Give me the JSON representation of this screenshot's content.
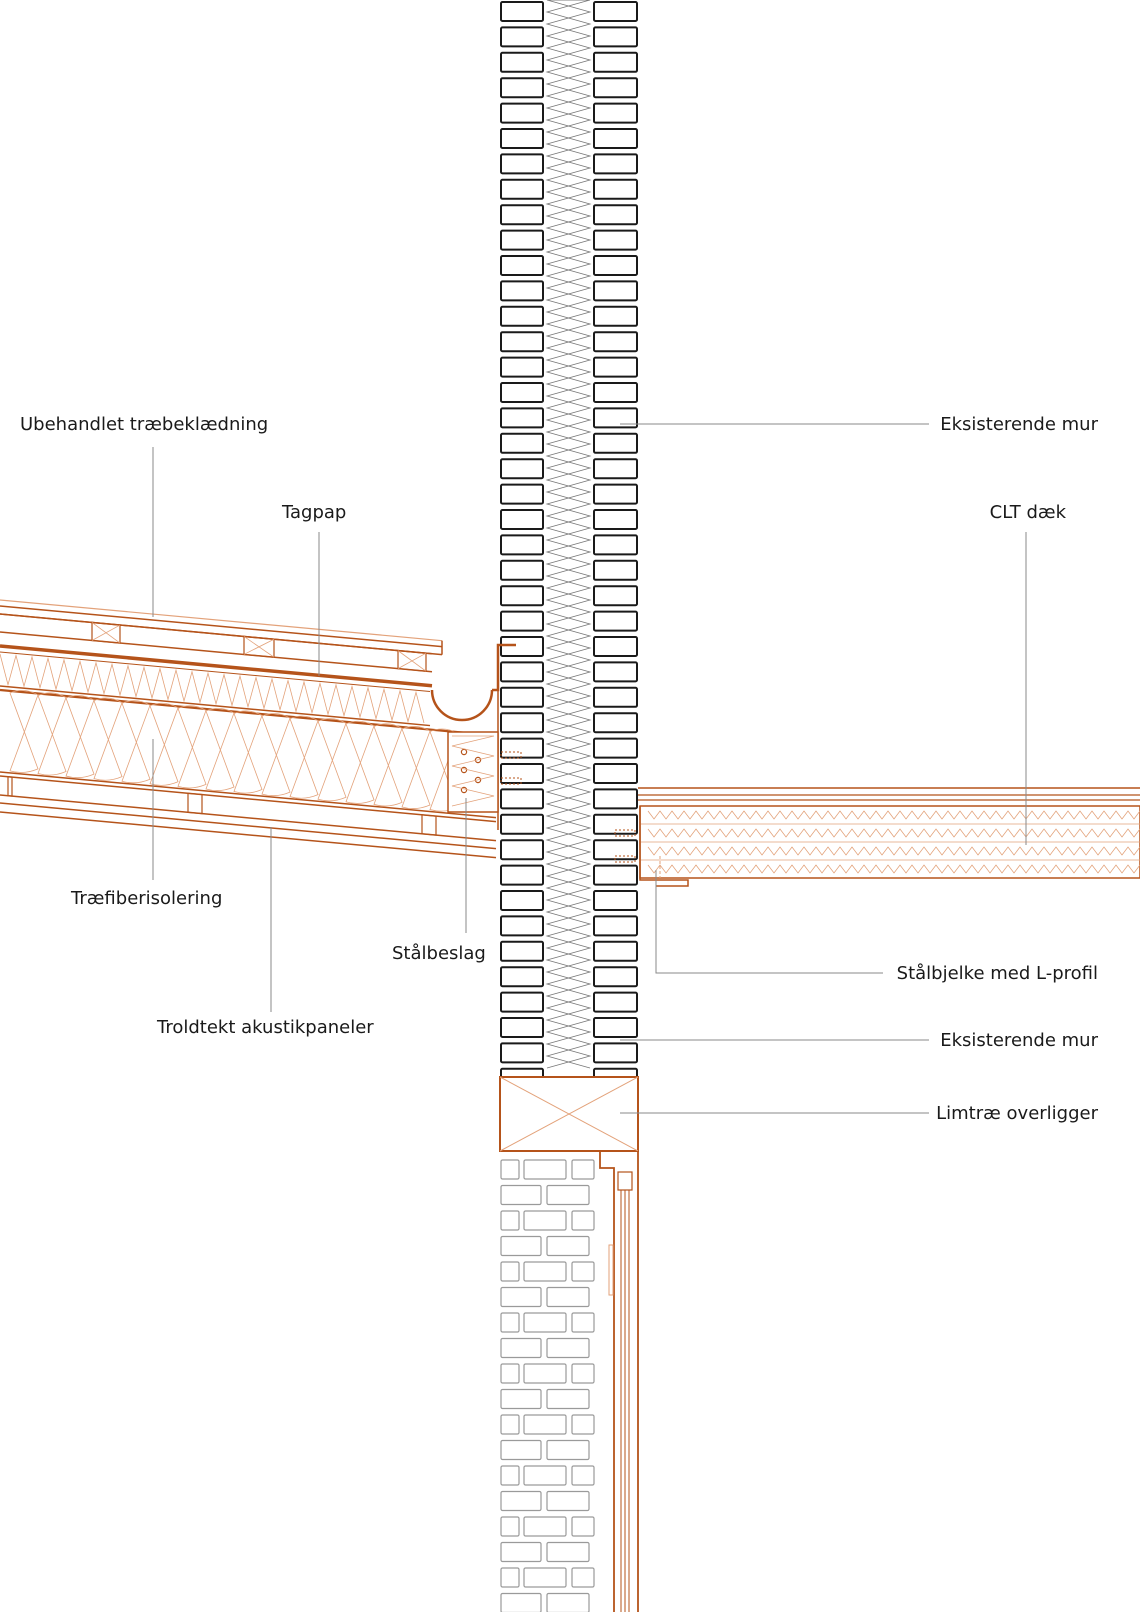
{
  "labels": {
    "ubehandlet": "Ubehandlet træbeklædning",
    "tagpap": "Tagpap",
    "traefiber": "Træfiberisolering",
    "staalbeslag": "Stålbeslag",
    "troldtekt": "Troldtekt akustikpaneler",
    "mur_top": "Eksisterende mur",
    "clt": "CLT dæk",
    "staalbjelke": "Stålbjelke med L-profil",
    "mur_bottom": "Eksisterende mur",
    "limtrae": "Limtræ overligger"
  },
  "colors": {
    "accent": "#b5531a",
    "accent_light": "#e3a27a",
    "ink": "#1a1a1a",
    "brick_light": "#9a9a9a",
    "leader": "#8a8a8a"
  }
}
